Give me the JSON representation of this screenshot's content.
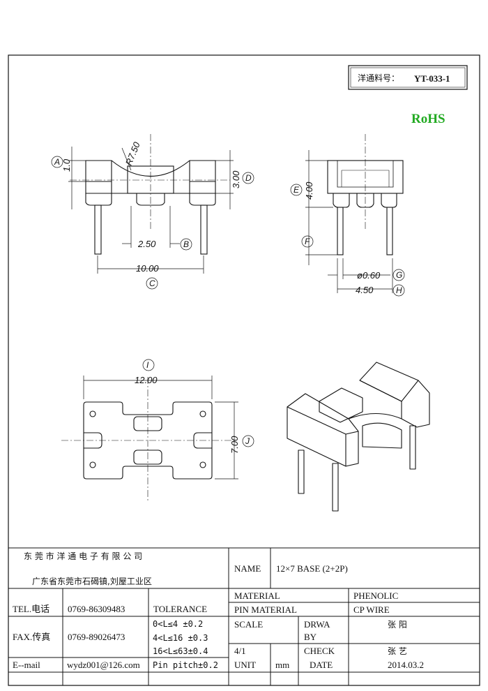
{
  "part_number": {
    "label": "洋通料号：",
    "value": "YT-033-1"
  },
  "rohs": "RoHS",
  "rohs_color": "#22aa22",
  "dims": {
    "A": "1.0",
    "r": "R7.50",
    "D": "3.00",
    "B": "2.50",
    "C": "10.00",
    "E": "4.00",
    "G": "ø0.60",
    "H": "4.50",
    "I": "12.00",
    "J": "7.00"
  },
  "letters": {
    "A": "A",
    "B": "B",
    "C": "C",
    "D": "D",
    "E": "E",
    "F": "F",
    "G": "G",
    "H": "H",
    "I": "I",
    "J": "J"
  },
  "title_block": {
    "company": "东 莞 市 洋 通 电 子 有 限 公 司",
    "address": "广东省东莞市石碣镇,刘屋工业区",
    "name_label": "NAME",
    "name_value": "12×7 BASE (2+2P)",
    "material_label": "MATERIAL",
    "material_value": "PHENOLIC",
    "pin_material_label": "PIN MATERIAL",
    "pin_material_value": "CP WIRE",
    "tel_label": "TEL.电话",
    "tel_value": "0769-86309483",
    "fax_label": "FAX.传真",
    "fax_value": "0769-89026473",
    "email_label": "E--mail",
    "email_value": "wydz001@126.com",
    "tolerance_label": "TOLERANCE",
    "tol1": "0<L≤4   ±0.2",
    "tol2": "4<L≤16  ±0.3",
    "tol3": "16<L≤63±0.4",
    "tol4": "Pin pitch±0.2",
    "scale_label": "SCALE",
    "scale_value": "4/1",
    "drwa_label1": "DRWA",
    "drwa_label2": "BY",
    "drwa_value": "张  阳",
    "check_label": "CHECK",
    "check_value": "张  艺",
    "unit_label": "UNIT",
    "unit_value": "mm",
    "date_label": "DATE",
    "date_value": "2014.03.2"
  }
}
